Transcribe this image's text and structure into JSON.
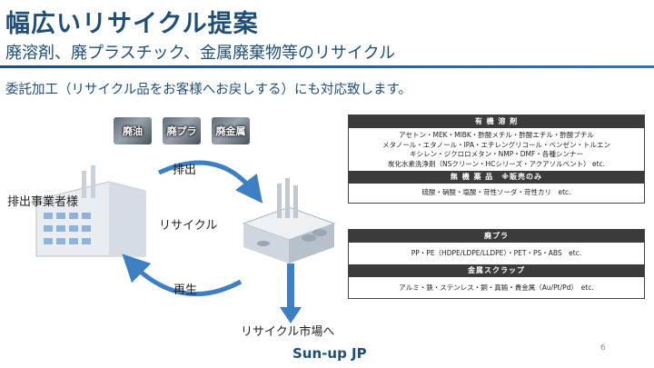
{
  "header": {
    "title": "幅広いリサイクル提案",
    "subtitle": "廃溶剤、廃プラスチック、金属廃棄物等のリサイクル",
    "lead": "委託加工（リサイクル品をお客様へお戻しする）にも対応致します。"
  },
  "materials": [
    "廃油",
    "廃プラ",
    "廃金属"
  ],
  "diagram": {
    "customer_label": "排出事業者様",
    "discharge_label": "排出",
    "recycle_label": "リサイクル",
    "regen_label": "再生",
    "market_label": "リサイクル市場へ"
  },
  "table1": {
    "header1": "有 機 溶 剤",
    "lines": [
      "アセトン・MEK・MIBK・酢酸メチル・酢酸エチル・酢酸ブチル",
      "メタノール・エタノール・IPA・エチレングリコール・ベンゼン・トルエン",
      "キシレン・ジクロロメタン・NMP・DMF・各種シンナー",
      "炭化水素洗浄剤（NSクリーン・HCシリーズ・アクアソルベント） etc."
    ],
    "header2": "無 機 薬 品　※販売のみ",
    "line2": "硫酸・硝酸・塩酸・苛性ソーダ・苛性カリ　etc."
  },
  "table2": {
    "header1": "廃プラ",
    "line1": "PP・PE（HDPE/LDPE/LLDPE）・PET・PS・ABS　etc.",
    "header2": "金属スクラップ",
    "line2": "アルミ・鉄・ステンレス・銅・真鍮・貴金属（Au/Pt/Pd）　etc."
  },
  "footer": {
    "brand": "Sun-up JP",
    "page": "6"
  },
  "colors": {
    "primary": "#1f4e79",
    "arrow_blue": "#3d7fc4",
    "table_header": "#3b3b3b"
  }
}
